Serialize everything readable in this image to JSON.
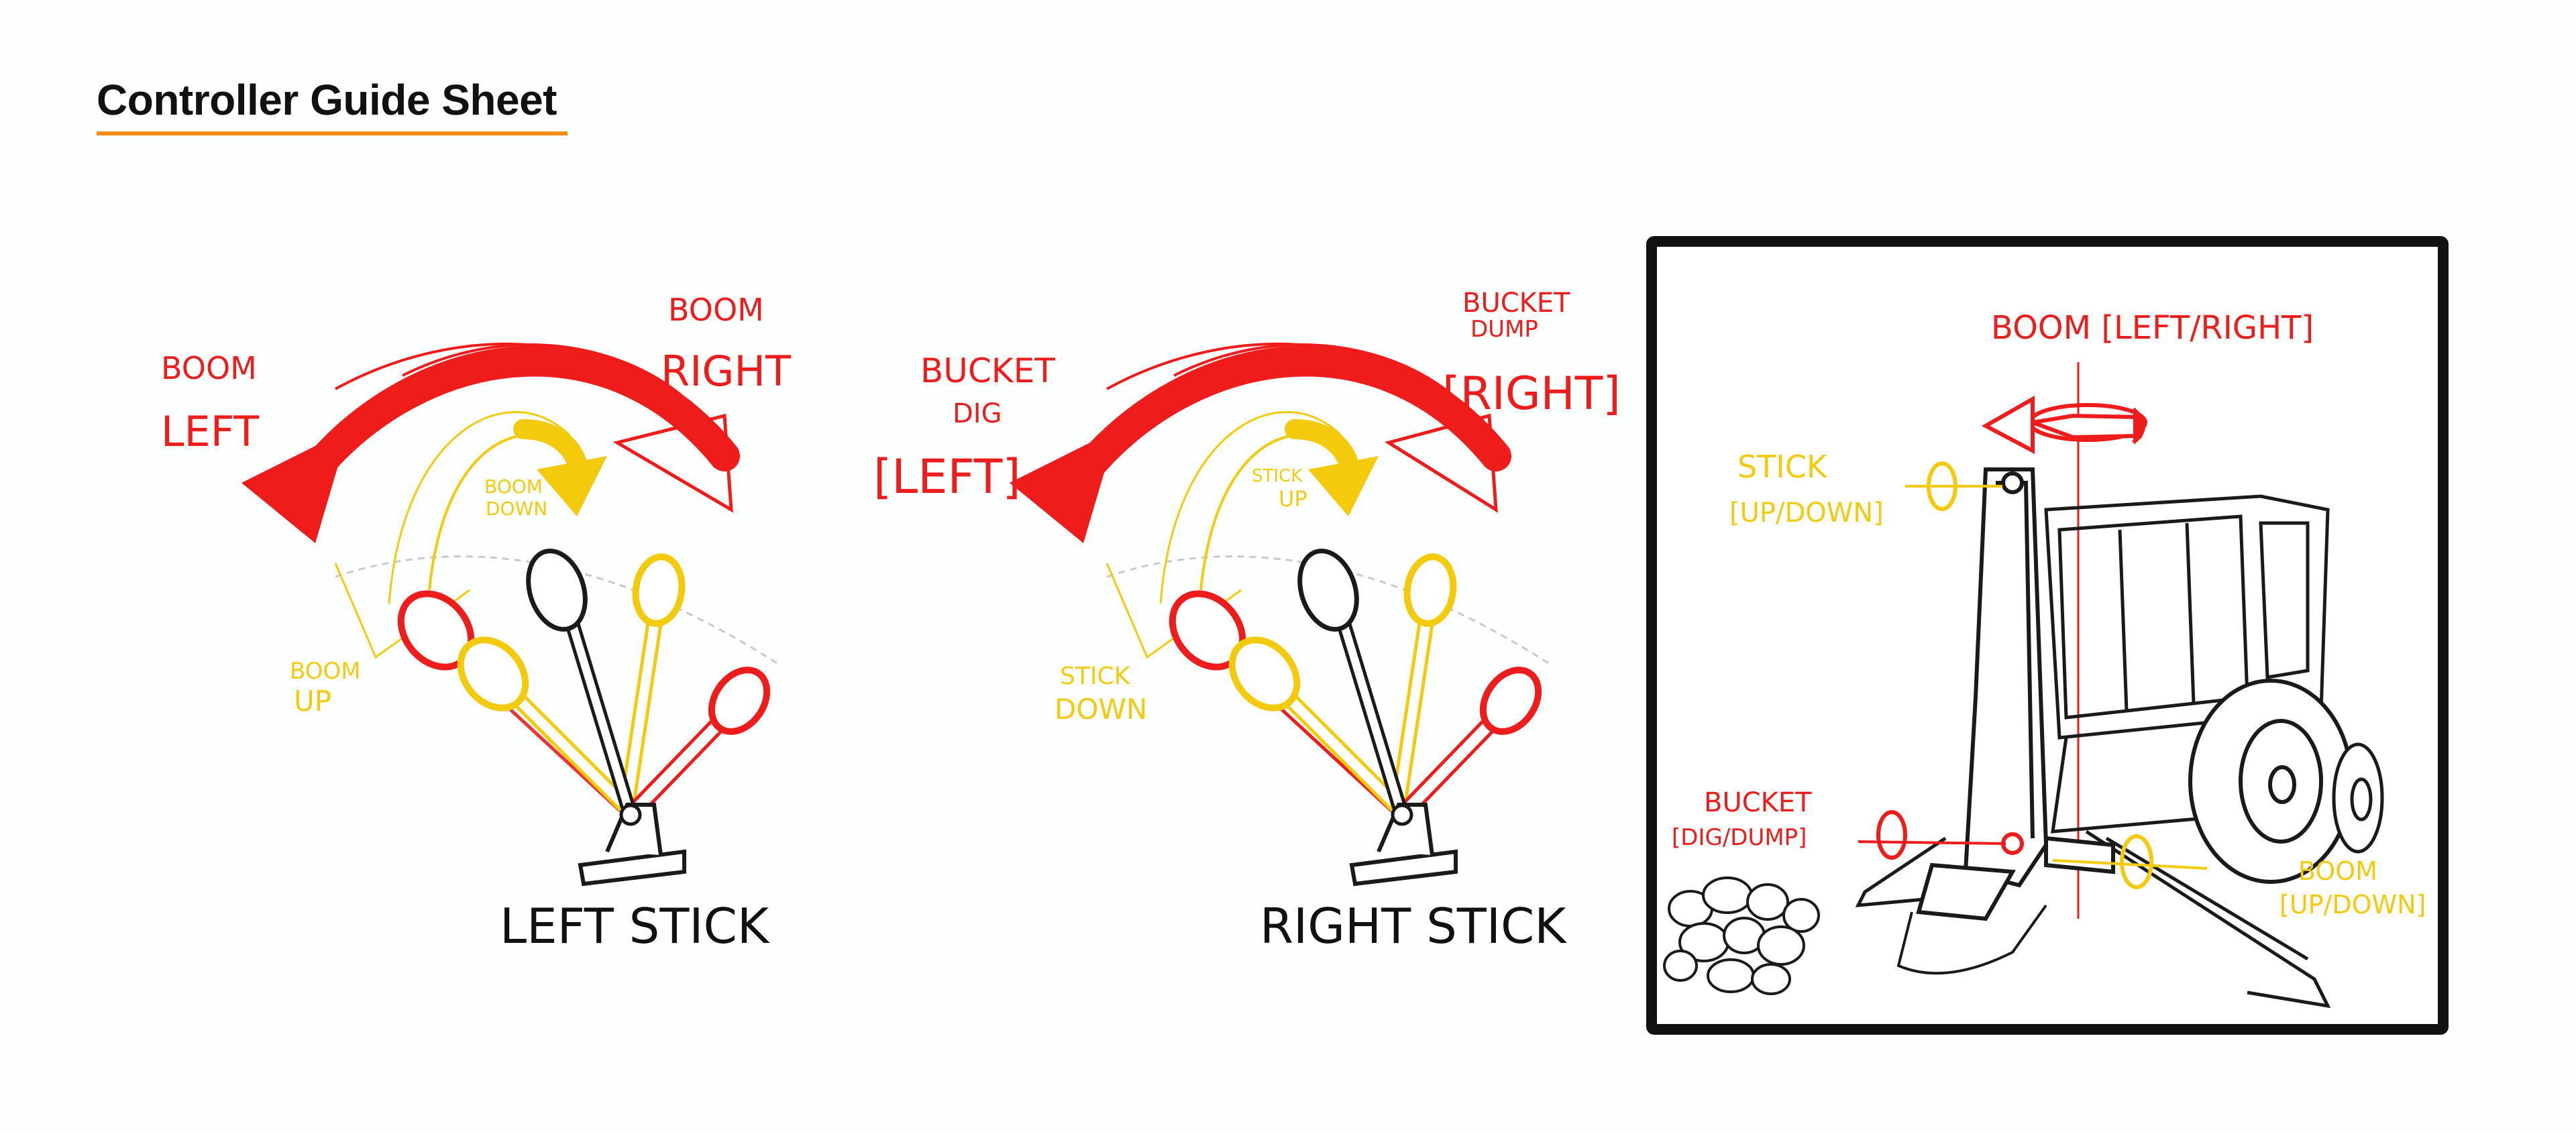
{
  "header": {
    "title": "Controller Guide Sheet"
  },
  "colors": {
    "accent_red": "#ef1c1c",
    "accent_yellow": "#f4cb0c",
    "underline": "#ef8f1a",
    "ink": "#1a1a1a"
  },
  "left_stick": {
    "caption": "LEFT STICK",
    "labels": {
      "boom_left_1": "BOOM",
      "boom_left_2": "LEFT",
      "boom_right_1": "BOOM",
      "boom_right_2": "RIGHT",
      "boom_down_1": "BOOM",
      "boom_down_2": "DOWN",
      "boom_up_1": "BOOM",
      "boom_up_2": "UP"
    }
  },
  "right_stick": {
    "caption": "RIGHT STICK",
    "labels": {
      "bucket_dig_1": "BUCKET",
      "bucket_dig_2": "DIG",
      "bucket_dig_3": "[LEFT]",
      "bucket_dump_1": "BUCKET",
      "bucket_dump_2": "DUMP",
      "bucket_dump_3": "[RIGHT]",
      "stick_up_1": "STICK",
      "stick_up_2": "UP",
      "stick_down_1": "STICK",
      "stick_down_2": "DOWN"
    }
  },
  "machine_panel": {
    "labels": {
      "boom_swing": "BOOM [LEFT/RIGHT]",
      "stick_1": "STICK",
      "stick_2": "[UP/DOWN]",
      "bucket_1": "BUCKET",
      "bucket_2": "[DIG/DUMP]",
      "boom_1": "BOOM",
      "boom_2": "[UP/DOWN]"
    }
  }
}
